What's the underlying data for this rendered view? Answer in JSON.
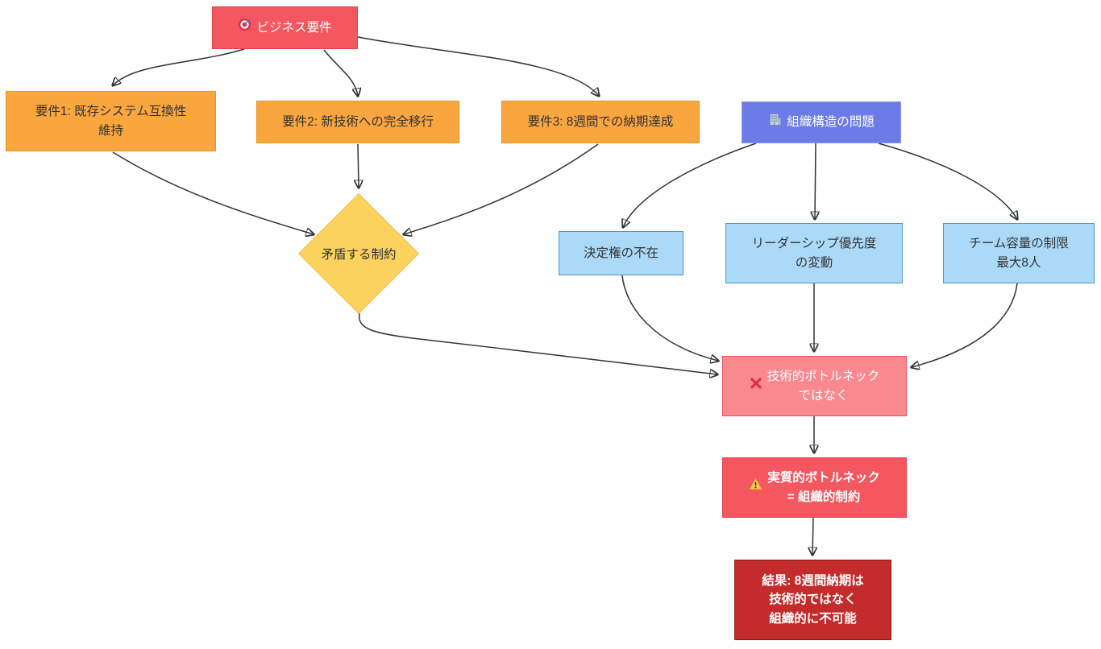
{
  "nodes": {
    "business_requirements": {
      "label": "ビジネス要件",
      "icon": "target-icon"
    },
    "req1": {
      "label": "要件1: 既存システム互換性\n維持"
    },
    "req2": {
      "label": "要件2: 新技術への完全移行"
    },
    "req3": {
      "label": "要件3: 8週間での納期達成"
    },
    "conflict": {
      "label": "矛盾する制約"
    },
    "org_problem": {
      "label": "組織構造の問題",
      "icon": "building-icon"
    },
    "no_decision_authority": {
      "label": "決定権の不在"
    },
    "leadership_priority": {
      "label": "リーダーシップ優先度\nの変動"
    },
    "team_capacity": {
      "label": "チーム容量の制限\n最大8人"
    },
    "not_technical": {
      "label": "技術的ボトルネック\nではなく",
      "icon": "cross-mark-icon"
    },
    "real_bottleneck": {
      "label": "実質的ボトルネック\n= 組織的制約",
      "icon": "warning-icon"
    },
    "result": {
      "label": "結果: 8週間納期は\n技術的ではなく\n組織的に不可能"
    }
  },
  "edges": [
    {
      "from": "business_requirements",
      "to": "req1"
    },
    {
      "from": "business_requirements",
      "to": "req2"
    },
    {
      "from": "business_requirements",
      "to": "req3"
    },
    {
      "from": "req1",
      "to": "conflict"
    },
    {
      "from": "req2",
      "to": "conflict"
    },
    {
      "from": "req3",
      "to": "conflict"
    },
    {
      "from": "conflict",
      "to": "not_technical"
    },
    {
      "from": "org_problem",
      "to": "no_decision_authority"
    },
    {
      "from": "org_problem",
      "to": "leadership_priority"
    },
    {
      "from": "org_problem",
      "to": "team_capacity"
    },
    {
      "from": "no_decision_authority",
      "to": "not_technical"
    },
    {
      "from": "leadership_priority",
      "to": "not_technical"
    },
    {
      "from": "team_capacity",
      "to": "not_technical"
    },
    {
      "from": "not_technical",
      "to": "real_bottleneck"
    },
    {
      "from": "real_bottleneck",
      "to": "result"
    }
  ],
  "palette": {
    "red_fill": "#F4575F",
    "red_border": "#DE434C",
    "salmon_fill": "#F9898F",
    "salmon_border": "#E2565C",
    "orange_fill": "#F9A63F",
    "orange_border": "#E8931E",
    "yellow_fill": "#FBD25D",
    "yellow_border": "#EEC04C",
    "periwinkle_fill": "#6B7CE8",
    "periwinkle_border": "#8694EE",
    "lightblue_fill": "#ABD9F8",
    "lightblue_border": "#4D97D6",
    "darkred_fill": "#C42B2B",
    "darkred_border": "#8E1A1A",
    "edge_stroke": "#333333",
    "background": "#FFFFFF"
  }
}
